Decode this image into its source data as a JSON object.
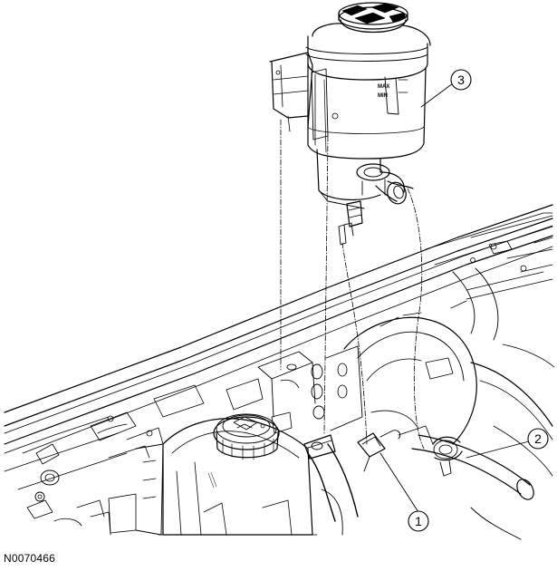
{
  "figure": {
    "id_code": "N0070466",
    "reservoir_marks": {
      "max": "MAX",
      "min": "MIN"
    },
    "callouts": [
      {
        "label": "1"
      },
      {
        "label": "2"
      },
      {
        "label": "3"
      }
    ]
  }
}
